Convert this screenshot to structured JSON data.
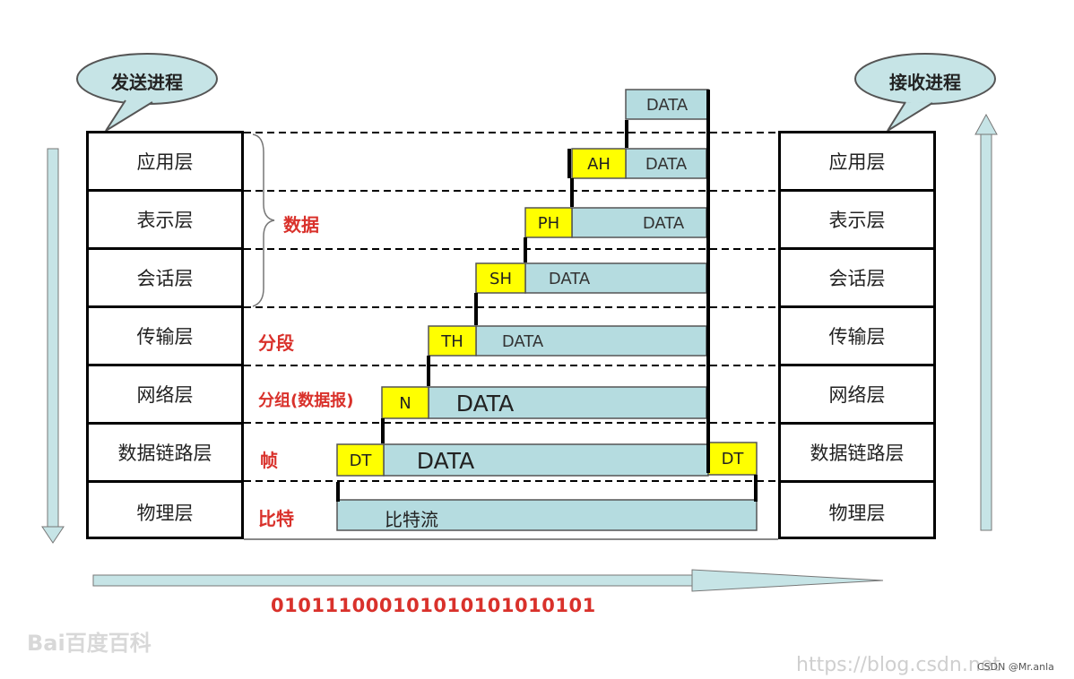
{
  "sender": {
    "title": "发送进程"
  },
  "receiver": {
    "title": "接收进程"
  },
  "layers": {
    "left": [
      "应用层",
      "表示层",
      "会话层",
      "传输层",
      "网络层",
      "数据链路层",
      "物理层"
    ],
    "right": [
      "应用层",
      "表示层",
      "会话层",
      "传输层",
      "网络层",
      "数据链路层",
      "物理层"
    ]
  },
  "pdu_labels": {
    "data": "数据",
    "segment": "分段",
    "packet": "分组(数据报)",
    "frame": "帧",
    "bit": "比特"
  },
  "packets": {
    "app_data": "DATA",
    "ah": "AH",
    "ah_data": "DATA",
    "ph": "PH",
    "ph_data": "DATA",
    "sh": "SH",
    "sh_data": "DATA",
    "th": "TH",
    "th_data": "DATA",
    "n": "N",
    "n_data": "DATA",
    "dt_head": "DT",
    "dt_data": "DATA",
    "dt_tail": "DT",
    "bitstream": "比特流"
  },
  "bits": "010111000101010101010101",
  "watermark": "Bai百度百科",
  "url": "https://blog.csdn.net",
  "csdn": "CSDN @Mr.anla",
  "colors": {
    "header": "#ffff00",
    "data": "#b5dce0",
    "label": "#d9312b",
    "arrow": "#c6e4e6"
  }
}
